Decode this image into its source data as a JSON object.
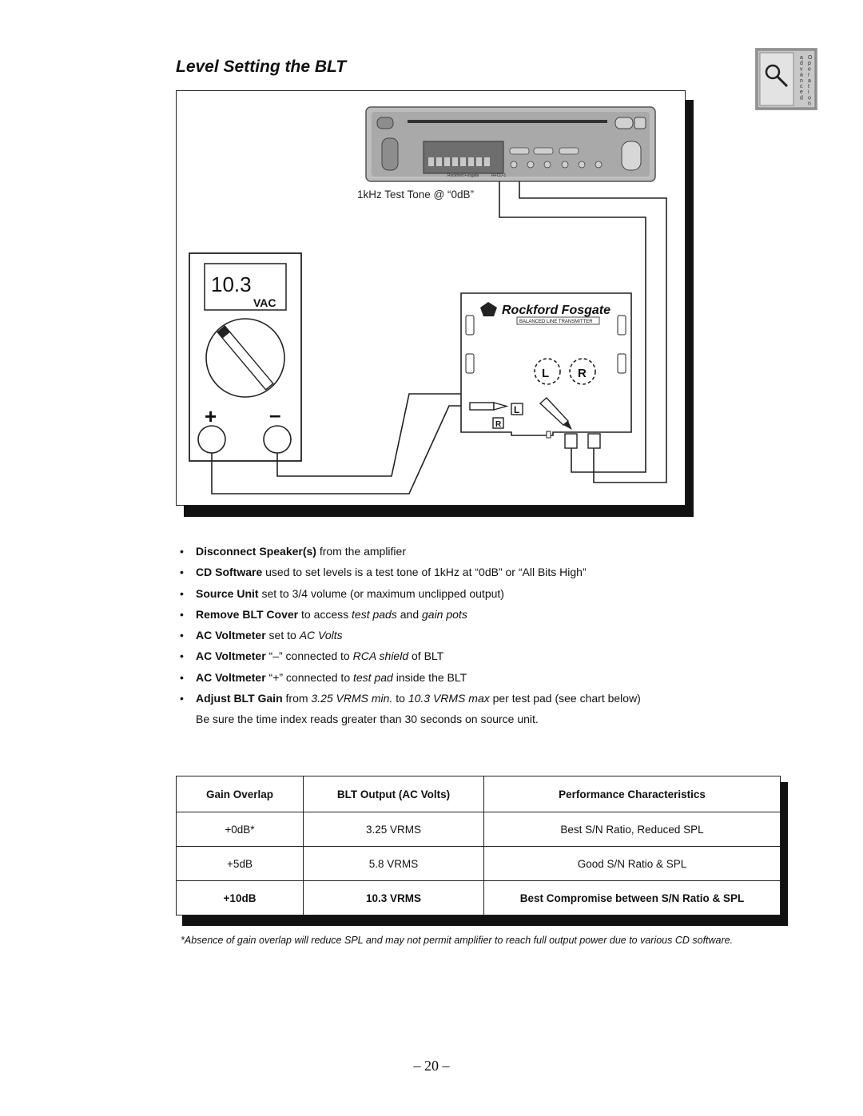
{
  "page": {
    "title": "Level Setting the BLT",
    "page_number": "– 20 –"
  },
  "corner_icon": {
    "icon": "magnifier-wrench-icon",
    "letters_col1": [
      "a",
      "d",
      "v",
      "a",
      "n",
      "c",
      "e",
      "d"
    ],
    "letters_col2": [
      "O",
      "p",
      "e",
      "r",
      "a",
      "t",
      "i",
      "o",
      "n"
    ]
  },
  "diagram": {
    "source_unit": {
      "brand": "Rockford Fosgate",
      "model": "RFCD-1",
      "tone_label": "1kHz Test Tone @ “0dB”"
    },
    "voltmeter": {
      "reading": "10.3",
      "unit": "VAC",
      "plus": "+",
      "minus": "–"
    },
    "blt": {
      "brand": "Rockford Fosgate",
      "subtitle": "BALANCED LINE TRANSMITTER",
      "pot_left": "L",
      "pot_right": "R",
      "pad_left": "L",
      "pad_right": "R"
    }
  },
  "steps": [
    {
      "bold": "Disconnect Speaker(s)",
      "parts": [
        " from the amplifier"
      ]
    },
    {
      "bold": "CD Software",
      "parts": [
        " used to set levels is a test tone of 1kHz at “0dB” or “All Bits High”"
      ]
    },
    {
      "bold": "Source Unit",
      "parts": [
        " set to 3/4 volume (or maximum unclipped output)"
      ]
    },
    {
      "bold": "Remove BLT Cover",
      "parts": [
        " to access ",
        "test pads",
        " and ",
        "gain pots"
      ]
    },
    {
      "bold": "AC Voltmeter",
      "parts": [
        " set to ",
        "AC Volts"
      ]
    },
    {
      "bold": "AC Voltmeter",
      "parts": [
        " “–” connected to ",
        "RCA shield",
        " of BLT"
      ]
    },
    {
      "bold": "AC Voltmeter",
      "parts": [
        " “+” connected to ",
        "test pad",
        " inside the BLT"
      ]
    },
    {
      "bold": "Adjust BLT Gain",
      "parts": [
        " from ",
        "3.25 VRMS min.",
        " to ",
        "10.3 VRMS max",
        " per test pad (see chart below)"
      ],
      "line2": "Be sure the time index reads greater than 30 seconds on source unit."
    }
  ],
  "table": {
    "headers": [
      "Gain Overlap",
      "BLT Output (AC Volts)",
      "Performance Characteristics"
    ],
    "rows": [
      [
        "+0dB*",
        "3.25 VRMS",
        "Best S/N Ratio, Reduced SPL"
      ],
      [
        "+5dB",
        "5.8 VRMS",
        "Good S/N Ratio & SPL"
      ],
      [
        "+10dB",
        "10.3 VRMS",
        "Best Compromise between S/N Ratio & SPL"
      ]
    ]
  },
  "footnote": "*Absence of gain overlap will reduce SPL and may not permit amplifier to reach full output power due to various CD software."
}
